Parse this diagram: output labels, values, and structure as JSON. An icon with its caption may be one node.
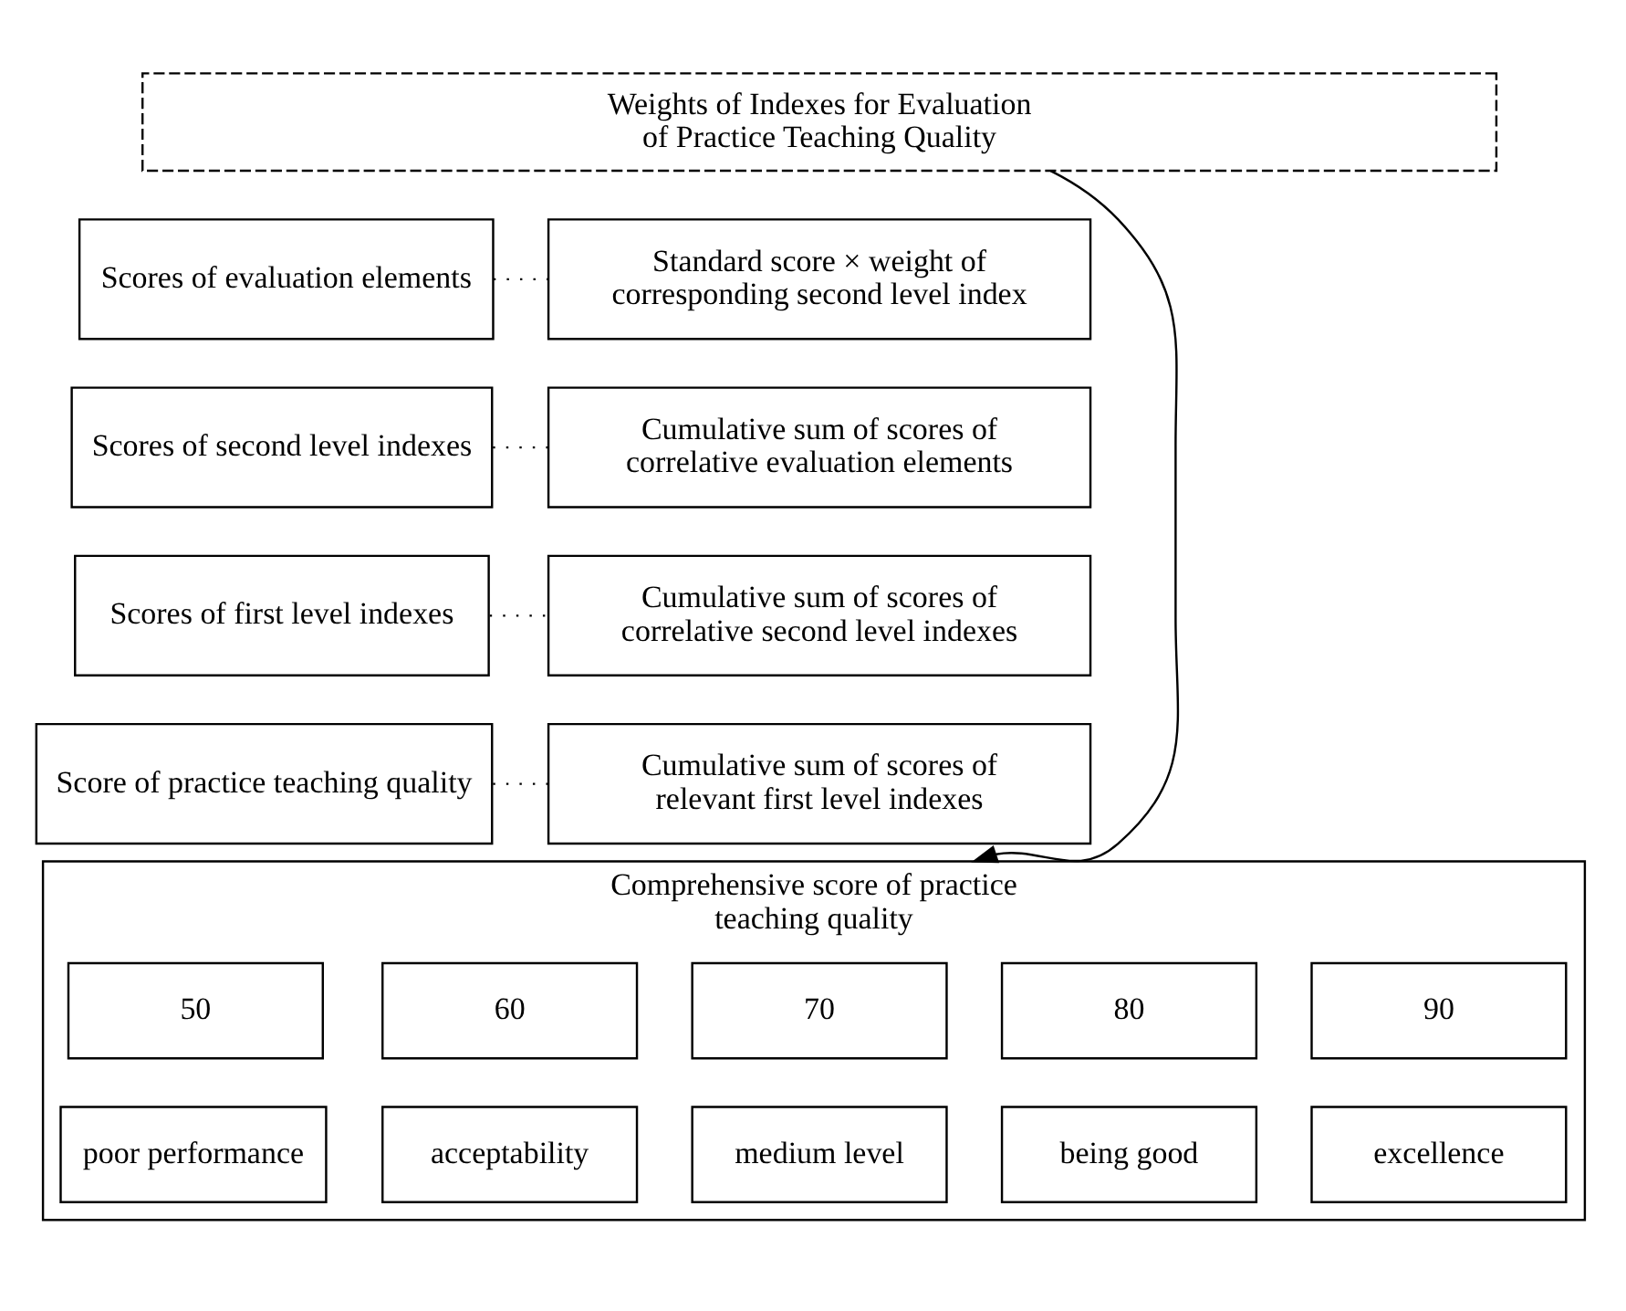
{
  "diagram": {
    "nodes": [
      {
        "text": [
          "Weights of Indexes for Evaluation of Practice Teaching Quality"
        ]
      },
      {
        "text": [
          "Scores of evaluation elements"
        ]
      },
      {
        "text": [
          "Scores of second level indexes"
        ]
      },
      {
        "text": [
          "Scores of first level indexes"
        ]
      },
      {
        "text": [
          "Score of practice teaching quality"
        ]
      },
      {
        "text": [
          "Standard score × weight of corresponding second level index"
        ]
      },
      {
        "text": [
          "Cumulative sum of scores of correlative evaluation elements"
        ]
      },
      {
        "text": [
          "Cumulative sum of scores of correlative second level indexes"
        ]
      },
      {
        "text": [
          "Cumulative sum of scores of relevant first level indexes"
        ]
      },
      {
        "text": [
          "Comprehensive score of practice teaching quality"
        ]
      },
      {
        "text": [
          "50"
        ],
        "in": 9
      },
      {
        "text": [
          "60"
        ],
        "in": 9
      },
      {
        "text": [
          "70"
        ],
        "in": 9
      },
      {
        "text": [
          "80"
        ],
        "in": 9
      },
      {
        "text": [
          "90"
        ],
        "in": 9
      },
      {
        "text": [
          "poor performance"
        ],
        "in": 9
      },
      {
        "text": [
          "acceptability"
        ],
        "in": 9
      },
      {
        "text": [
          "medium level"
        ],
        "in": 9
      },
      {
        "text": [
          "being good"
        ],
        "in": 9
      },
      {
        "text": [
          "excellence"
        ],
        "in": 9
      }
    ],
    "edges": [
      {
        "from": 1,
        "to": 5,
        "arrow": "none",
        "style": "dashed"
      },
      {
        "from": 2,
        "to": 6,
        "arrow": "none",
        "style": "dashed"
      },
      {
        "from": 3,
        "to": 7,
        "arrow": "none",
        "style": "dashed"
      },
      {
        "from": 4,
        "to": 8,
        "arrow": "none",
        "style": "dashed"
      },
      {
        "from": 0,
        "to": 9,
        "arrow": "to"
      }
    ]
  }
}
